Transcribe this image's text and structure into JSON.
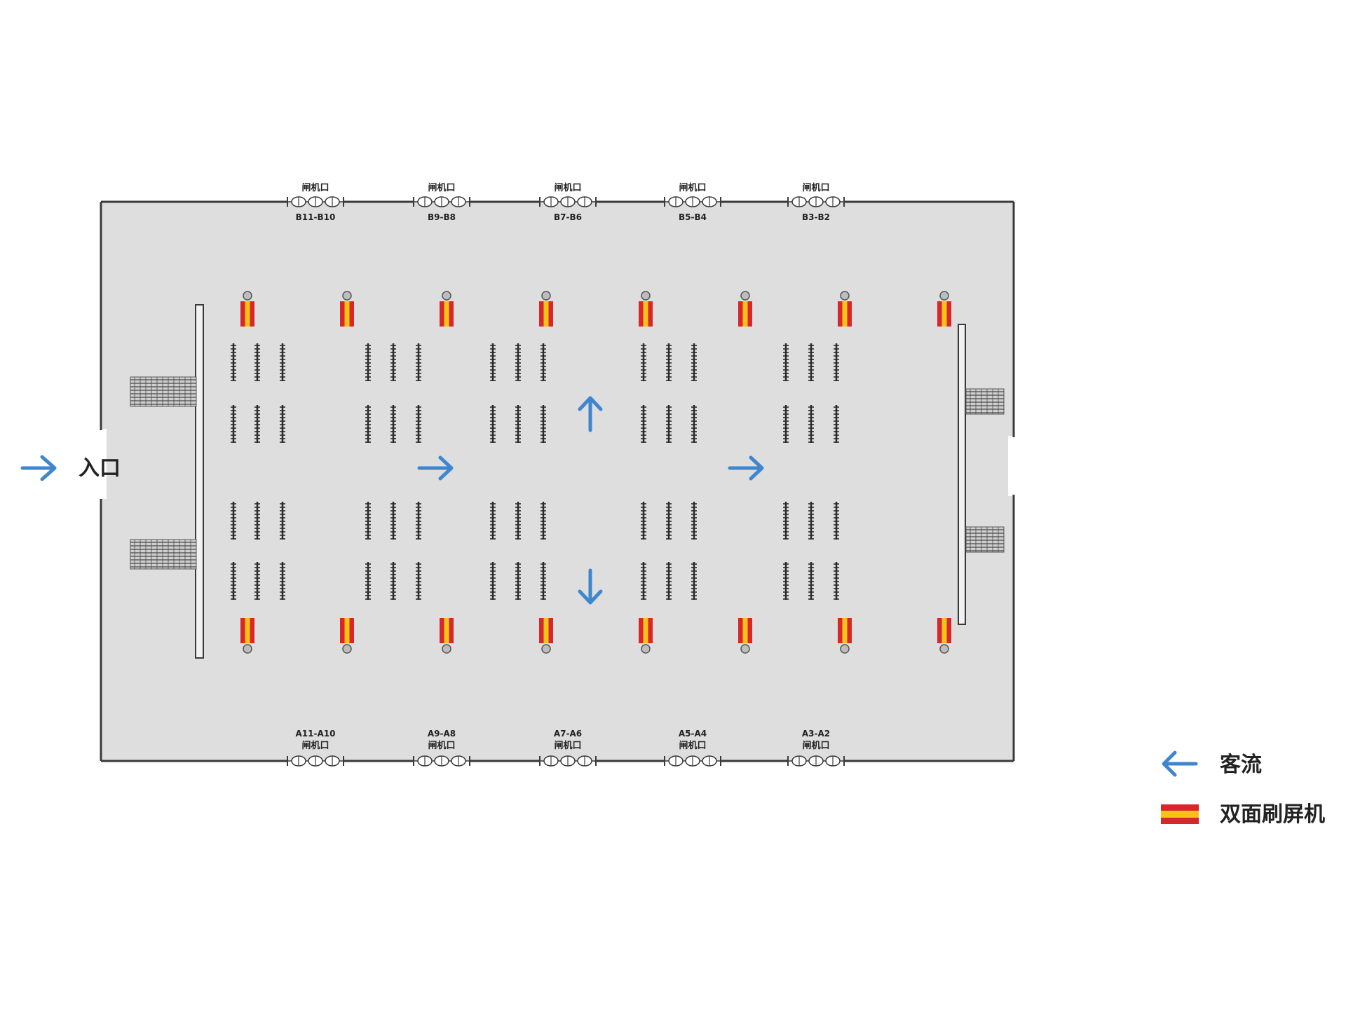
{
  "colors": {
    "hall_fill": "#dedede",
    "wall": "#3a3a3a",
    "flow_arrow": "#3f86cf",
    "screen_red": "#d9262b",
    "screen_yellow": "#f3c316",
    "rack": "#2a2a2a"
  },
  "entrance": {
    "label": "入口",
    "arrow_icon": "right-arrow-icon"
  },
  "top_gates": [
    {
      "label": "闸机口",
      "code": "B11-B10"
    },
    {
      "label": "闸机口",
      "code": "B9-B8"
    },
    {
      "label": "闸机口",
      "code": "B7-B6"
    },
    {
      "label": "闸机口",
      "code": "B5-B4"
    },
    {
      "label": "闸机口",
      "code": "B3-B2"
    }
  ],
  "bottom_gates": [
    {
      "label": "闸机口",
      "code": "A11-A10"
    },
    {
      "label": "闸机口",
      "code": "A9-A8"
    },
    {
      "label": "闸机口",
      "code": "A7-A6"
    },
    {
      "label": "闸机口",
      "code": "A5-A4"
    },
    {
      "label": "闸机口",
      "code": "A3-A2"
    }
  ],
  "flow_arrows": [
    {
      "direction": "right"
    },
    {
      "direction": "up"
    },
    {
      "direction": "down"
    },
    {
      "direction": "right"
    }
  ],
  "screens": {
    "top_count": 8,
    "bottom_count": 8
  },
  "legend": [
    {
      "icon": "left-arrow-icon",
      "label": "客流"
    },
    {
      "icon": "double-sided-screen-icon",
      "label": "双面刷屏机"
    }
  ]
}
